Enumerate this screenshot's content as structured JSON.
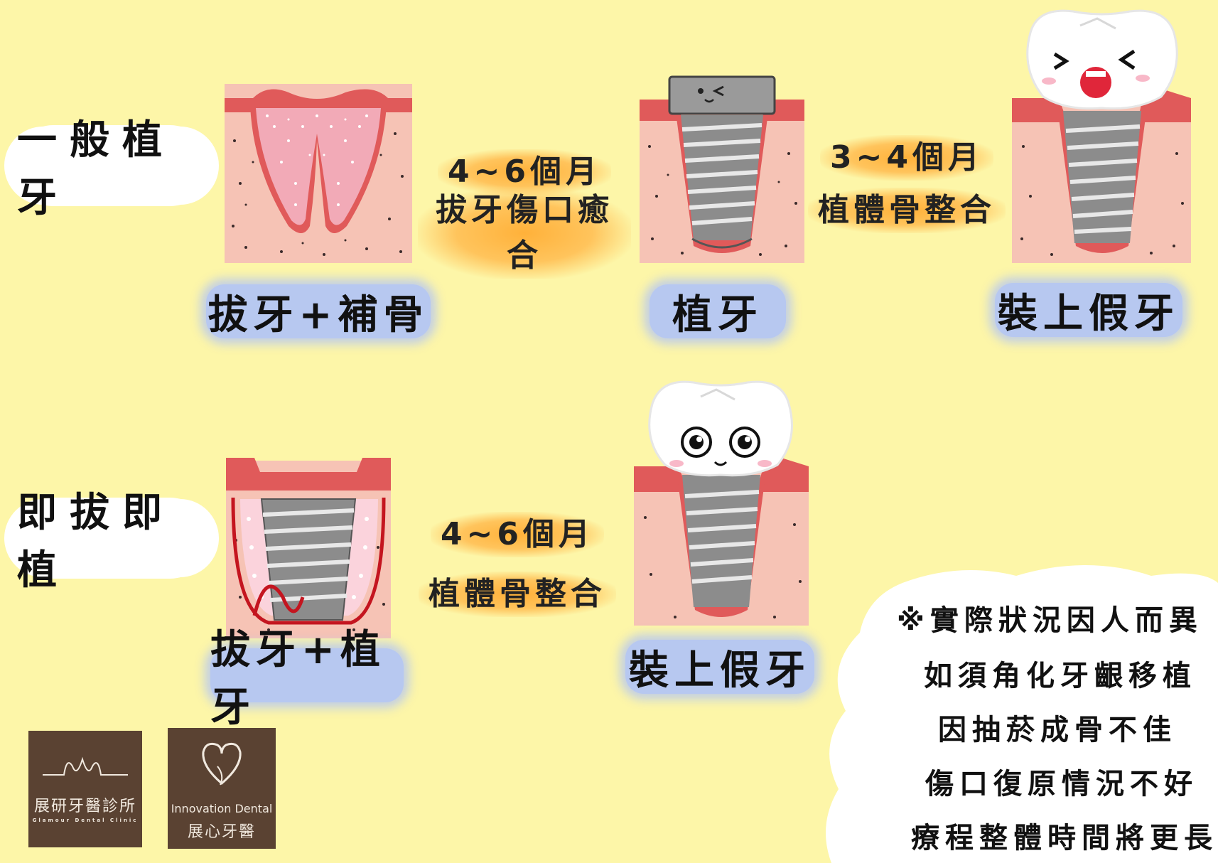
{
  "rows": [
    {
      "title": "一般植牙",
      "steps": [
        {
          "label": "拔牙+補骨"
        },
        {
          "label": "植牙"
        },
        {
          "label": "裝上假牙"
        }
      ],
      "transitions": [
        {
          "duration": "4~6個月",
          "desc": "拔牙傷口癒合"
        },
        {
          "duration": "3~4個月",
          "desc": "植體骨整合"
        }
      ]
    },
    {
      "title": "即拔即植",
      "steps": [
        {
          "label": "拔牙+植牙"
        },
        {
          "label": "裝上假牙"
        }
      ],
      "transitions": [
        {
          "duration": "4~6個月",
          "desc": "植體骨整合"
        }
      ]
    }
  ],
  "note": {
    "lines": [
      "※實際狀況因人而異",
      "如須角化牙齦移植",
      "因抽菸成骨不佳",
      "傷口復原情況不好",
      "療程整體時間將更長"
    ]
  },
  "logos": [
    {
      "name": "展研牙醫診所",
      "sub": "Glamour Dental Clinic"
    },
    {
      "name_en": "Innovation Dental",
      "name_zh": "展心牙醫"
    }
  ],
  "colors": {
    "background": "#fdf6a8",
    "gum": "#e05a5a",
    "bone": "#f6c3b5",
    "implant": "#8c8c8c",
    "label_blue": "#b7c8f0",
    "highlight_orange": "#ffb13a",
    "logo_brown": "#5a4232"
  }
}
